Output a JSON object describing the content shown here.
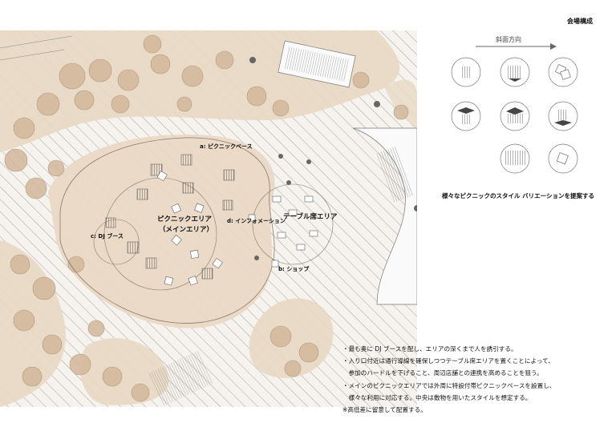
{
  "title": "会場構成",
  "legend": {
    "slope_direction": "斜面方向",
    "caption": "様々なピクニックのスタイル バリエーションを提案する"
  },
  "areas": {
    "picnic_base": "a: ピクニックベース",
    "main_area_line1": "ピクニックエリア",
    "main_area_line2": "（メインエリア）",
    "dj_booth": "c: DJ ブース",
    "information": "d: インフォメーション",
    "table_area": "テーブル席エリア",
    "shop": "b: ショップ"
  },
  "notes": [
    "・最も奥に DJ ブースを配し、エリアの深くまで人を誘引する。",
    "・入り口付近は通行導線を確保しつつテーブル席エリアを置くことによって、",
    "　参加のハードルを下げること、周辺店舗との連携を高めることを狙う。",
    "・メインのピクニックエリアでは外周に特設付帯ピクニックベースを設置し、",
    "　様々な利用に対応する。中央は敷物を用いたスタイルを想定する。",
    "※高低差に留意して配置する。"
  ],
  "colors": {
    "site_fill": "#e8d8c3",
    "tree_fill": "#d3b89c",
    "tree_stroke": "#a88a6c",
    "hatch": "#9a9a9a",
    "ink": "#111111"
  }
}
